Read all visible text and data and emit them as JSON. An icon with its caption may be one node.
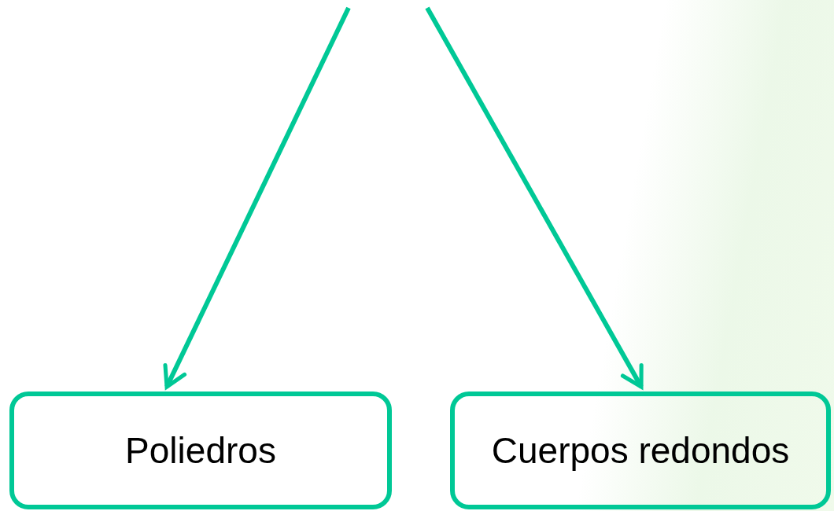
{
  "diagram": {
    "nodes": [
      {
        "text": [
          "Poliedros"
        ]
      },
      {
        "text": [
          "Cuerpos redondos"
        ]
      }
    ],
    "edges": [
      {
        "from": null,
        "to": 0,
        "arrow": "to"
      },
      {
        "from": null,
        "to": 1,
        "arrow": "to"
      }
    ]
  }
}
